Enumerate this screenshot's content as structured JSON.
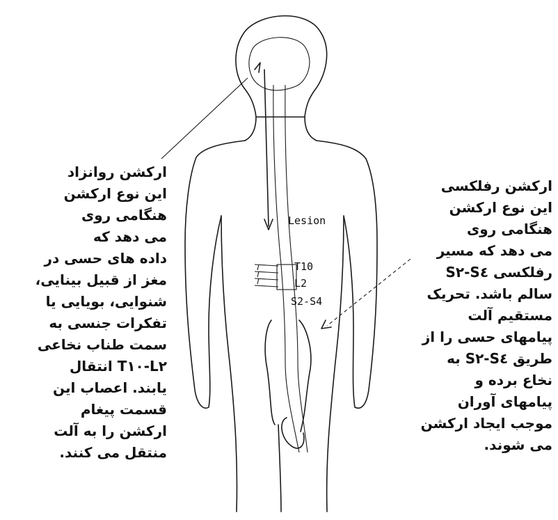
{
  "diagram": {
    "labels": {
      "lesion": "Lesion",
      "t10": "T10",
      "l2": "L2",
      "s2s4": "S2-S4"
    }
  },
  "left_panel": {
    "lines": [
      "ارکشن روانزاد",
      "این نوع ارکشن",
      "هنگامی روی",
      "می دهد که",
      "داده های حسی در",
      "مغز از قبیل بینایی،",
      "شنوایی، بویایی یا",
      "تفکرات جنسی به",
      "سمت طناب نخاعی",
      "T۱۰-L۲ انتقال",
      "یابند. اعصاب این",
      "قسمت پیغام",
      "ارکشن را به آلت",
      "منتقل می کنند."
    ]
  },
  "right_panel": {
    "lines": [
      "ارکشن رفلکسی",
      "این نوع ارکشن",
      "هنگامی روی",
      "می دهد که مسیر",
      "رفلکسی S۲-S٤",
      "سالم باشد. تحریک",
      "مستقیم آلت",
      "پیامهای حسی را از",
      "طریق S۲-S٤ به",
      "نخاع برده و",
      "پیامهای آوران",
      "موجب ایجاد ارکشن",
      "می شوند."
    ]
  }
}
